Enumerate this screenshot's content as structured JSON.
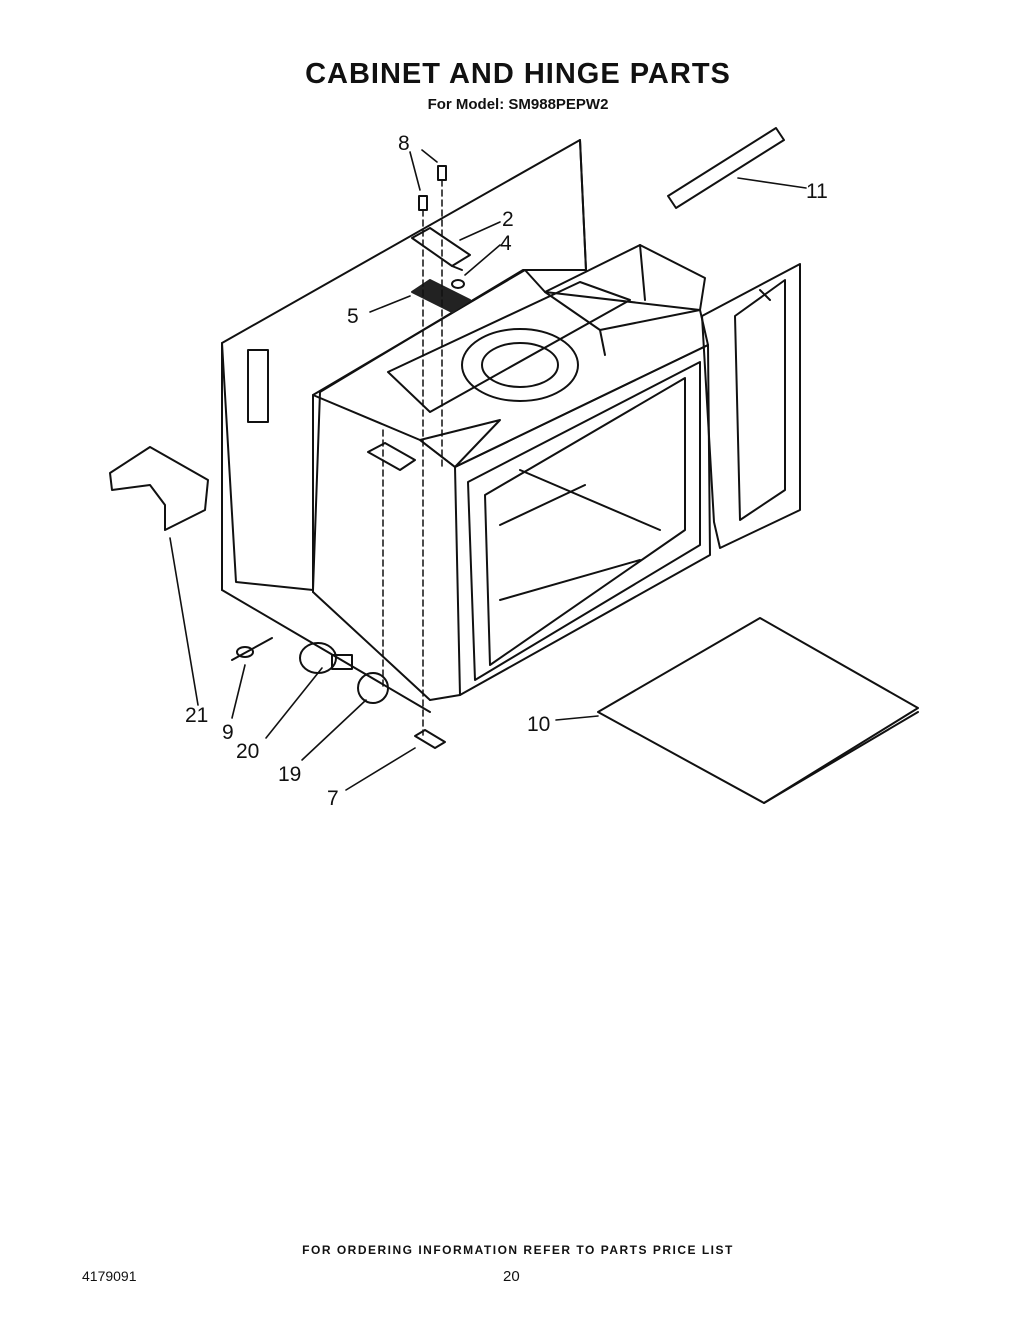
{
  "header": {
    "title": "CABINET AND HINGE PARTS",
    "model_line": "For Model: SM988PEPW2"
  },
  "callouts": [
    {
      "id": "c8",
      "label": "8"
    },
    {
      "id": "c2",
      "label": "2"
    },
    {
      "id": "c4",
      "label": "4"
    },
    {
      "id": "c5",
      "label": "5"
    },
    {
      "id": "c11",
      "label": "11"
    },
    {
      "id": "c21",
      "label": "21"
    },
    {
      "id": "c9",
      "label": "9"
    },
    {
      "id": "c20",
      "label": "20"
    },
    {
      "id": "c19",
      "label": "19"
    },
    {
      "id": "c7",
      "label": "7"
    },
    {
      "id": "c10",
      "label": "10"
    }
  ],
  "footer": {
    "ordering_note": "FOR ORDERING INFORMATION REFER TO PARTS PRICE LIST",
    "document_number": "4179091",
    "page_number": "20"
  }
}
